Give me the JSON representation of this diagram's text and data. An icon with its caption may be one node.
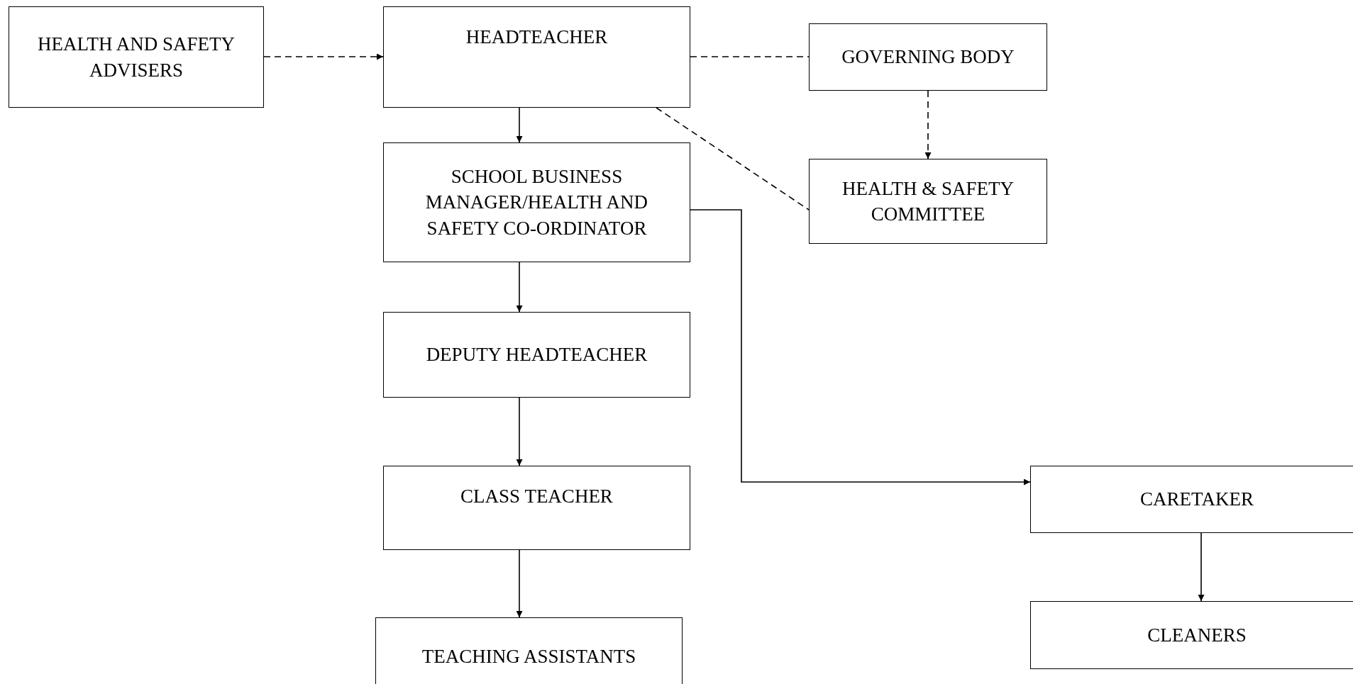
{
  "diagram": {
    "nodes": [
      {
        "text": [
          "HEALTH AND SAFETY ADVISERS"
        ]
      },
      {
        "text": [
          "HEADTEACHER"
        ]
      },
      {
        "text": [
          "GOVERNING BODY"
        ]
      },
      {
        "text": [
          "SCHOOL BUSINESS MANAGER/HEALTH AND SAFETY CO-ORDINATOR"
        ]
      },
      {
        "text": [
          "HEALTH & SAFETY COMMITTEE"
        ]
      },
      {
        "text": [
          "DEPUTY HEADTEACHER"
        ]
      },
      {
        "text": [
          "CLASS TEACHER"
        ]
      },
      {
        "text": [
          "CARETAKER"
        ]
      },
      {
        "text": [
          "TEACHING ASSISTANTS"
        ]
      },
      {
        "text": [
          "CLEANERS"
        ]
      }
    ],
    "edges": [
      {
        "from": 0,
        "to": 1,
        "arrow": "to",
        "style": "dashed"
      },
      {
        "from": 1,
        "to": 2,
        "arrow": "none",
        "style": "dashed"
      },
      {
        "from": 2,
        "to": 4,
        "arrow": "to",
        "style": "dashed"
      },
      {
        "from": 1,
        "to": 4,
        "arrow": "none",
        "style": "dashed"
      },
      {
        "from": 1,
        "to": 3,
        "arrow": "to"
      },
      {
        "from": 3,
        "to": 5,
        "arrow": "to"
      },
      {
        "from": 5,
        "to": 6,
        "arrow": "to"
      },
      {
        "from": 6,
        "to": 8,
        "arrow": "to"
      },
      {
        "from": 3,
        "to": 7,
        "arrow": "to"
      },
      {
        "from": 7,
        "to": 9,
        "arrow": "to"
      }
    ]
  }
}
